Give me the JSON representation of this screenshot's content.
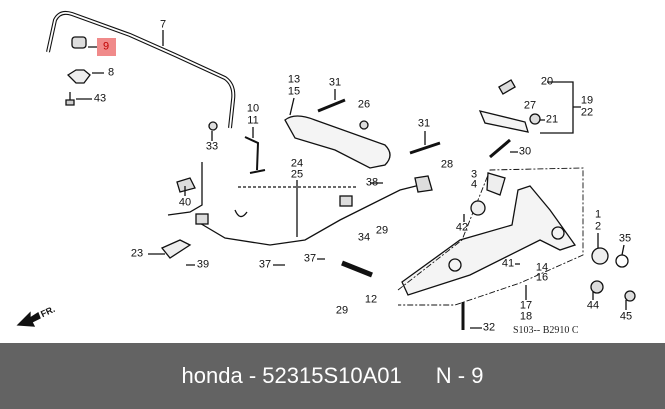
{
  "diagram": {
    "highlighted_part": "9",
    "callouts": [
      "7",
      "9",
      "8",
      "43",
      "13",
      "15",
      "31",
      "26",
      "10",
      "11",
      "33",
      "31",
      "24",
      "25",
      "28",
      "3",
      "4",
      "38",
      "40",
      "30",
      "20",
      "27",
      "19",
      "22",
      "21",
      "1",
      "2",
      "35",
      "42",
      "34",
      "29",
      "23",
      "39",
      "37",
      "37",
      "41",
      "14",
      "16",
      "44",
      "45",
      "12",
      "29",
      "17",
      "18",
      "32"
    ],
    "direction_label": "FR.",
    "drawing_code": "S103-- B2910 C"
  },
  "footer": {
    "brand": "honda",
    "part_number": "52315S10A01",
    "position": "N - 9"
  }
}
